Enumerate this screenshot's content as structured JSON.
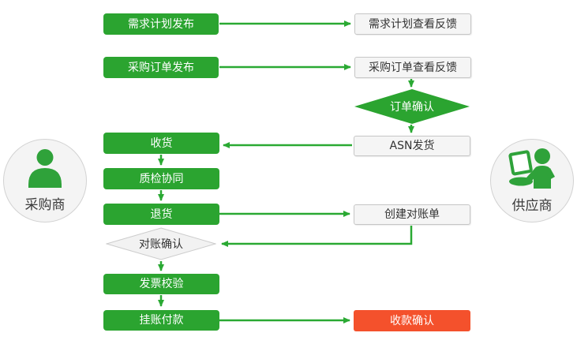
{
  "actors": {
    "purchaser": {
      "label": "采购商",
      "icon": "person-silhouette-icon"
    },
    "supplier": {
      "label": "供应商",
      "icon": "person-with-laptop-icon"
    }
  },
  "nodes": {
    "demand_plan_publish": {
      "label": "需求计划发布",
      "type": "process-green"
    },
    "demand_plan_feedback": {
      "label": "需求计划查看反馈",
      "type": "process-white"
    },
    "po_publish": {
      "label": "采购订单发布",
      "type": "process-green"
    },
    "po_feedback": {
      "label": "采购订单查看反馈",
      "type": "process-white"
    },
    "order_confirm": {
      "label": "订单确认",
      "type": "decision-green"
    },
    "asn_ship": {
      "label": "ASN发货",
      "type": "process-white"
    },
    "receive_goods": {
      "label": "收货",
      "type": "process-green"
    },
    "quality_check": {
      "label": "质检协同",
      "type": "process-green"
    },
    "return_goods": {
      "label": "退货",
      "type": "process-green"
    },
    "create_statement": {
      "label": "创建对账单",
      "type": "process-white"
    },
    "statement_confirm": {
      "label": "对账确认",
      "type": "decision-gray"
    },
    "invoice_verify": {
      "label": "发票校验",
      "type": "process-green"
    },
    "payment_on_account": {
      "label": "挂账付款",
      "type": "process-green"
    },
    "receipt_confirm": {
      "label": "收款确认",
      "type": "process-red"
    }
  },
  "colors": {
    "process_green": "#2ba430",
    "line_green": "#2aa933",
    "process_red": "#f4512c",
    "white_box_bg": "#f5f5f5",
    "white_box_border": "#c6c6c6",
    "diamond_gray_bg": "#f2f2f2",
    "diamond_gray_border": "#cccccc",
    "actor_bg": "#f4f4f4",
    "actor_border": "#d2d2d2",
    "icon_green": "#2fa23a",
    "text_dark": "#333333"
  }
}
